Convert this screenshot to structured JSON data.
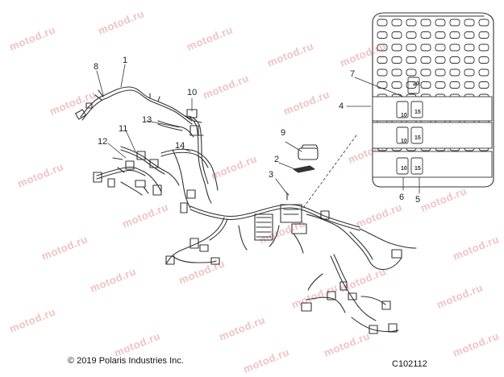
{
  "watermark_text": "motod.ru",
  "copyright": "© 2019 Polaris Industries Inc.",
  "diagram_code": "C102112",
  "callouts": [
    "1",
    "2",
    "3",
    "4",
    "5",
    "6",
    "7",
    "8",
    "9",
    "10",
    "11",
    "12",
    "13",
    "14"
  ],
  "fuse_labels": [
    "20",
    "10",
    "15",
    "10",
    "15",
    "10",
    "15"
  ],
  "colors": {
    "line": "#333333",
    "watermark": "#f1c2c2",
    "background": "#ffffff"
  }
}
